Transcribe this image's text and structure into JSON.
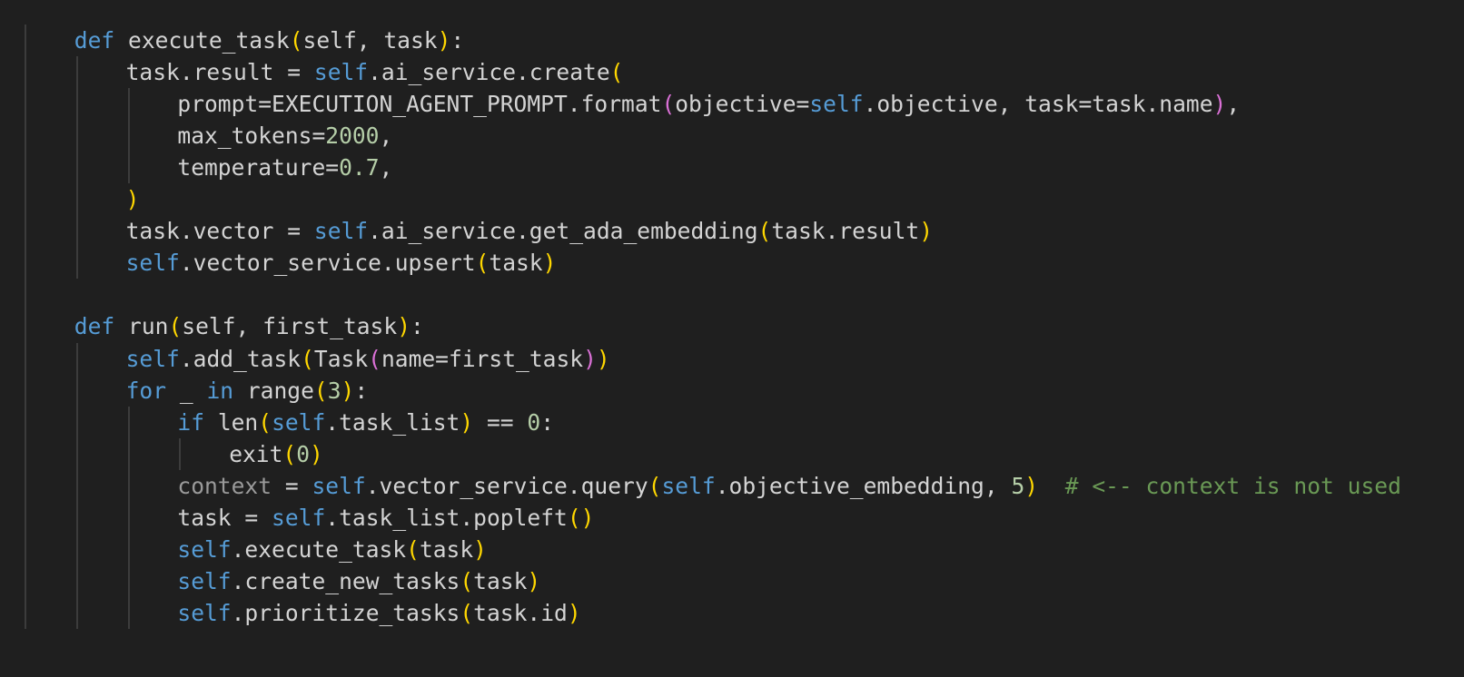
{
  "editor": {
    "background": "#1f1f1f",
    "colors": {
      "keyword": "#569cd6",
      "text": "#d4d4d4",
      "bracket1": "#ffd700",
      "bracket2": "#da70d6",
      "number": "#b5cea8",
      "comment": "#6a9955",
      "unused_variable": "#9a9a9a",
      "indent_guide": "#3c3c3c"
    },
    "lines": [
      {
        "indent": 4,
        "tokens": [
          {
            "t": "def",
            "c": "kw"
          },
          {
            "t": " execute_task",
            "c": "tok"
          },
          {
            "t": "(",
            "c": "p1"
          },
          {
            "t": "self, task",
            "c": "tok"
          },
          {
            "t": ")",
            "c": "p1"
          },
          {
            "t": ":",
            "c": "tok"
          }
        ]
      },
      {
        "indent": 8,
        "tokens": [
          {
            "t": "task.result = ",
            "c": "tok"
          },
          {
            "t": "self",
            "c": "kw"
          },
          {
            "t": ".ai_service.create",
            "c": "tok"
          },
          {
            "t": "(",
            "c": "p1"
          }
        ]
      },
      {
        "indent": 12,
        "tokens": [
          {
            "t": "prompt=EXECUTION_AGENT_PROMPT.format",
            "c": "tok"
          },
          {
            "t": "(",
            "c": "p2"
          },
          {
            "t": "objective=",
            "c": "tok"
          },
          {
            "t": "self",
            "c": "kw"
          },
          {
            "t": ".objective, task=task.name",
            "c": "tok"
          },
          {
            "t": ")",
            "c": "p2"
          },
          {
            "t": ",",
            "c": "tok"
          }
        ]
      },
      {
        "indent": 12,
        "tokens": [
          {
            "t": "max_tokens=",
            "c": "tok"
          },
          {
            "t": "2000",
            "c": "num"
          },
          {
            "t": ",",
            "c": "tok"
          }
        ]
      },
      {
        "indent": 12,
        "tokens": [
          {
            "t": "temperature=",
            "c": "tok"
          },
          {
            "t": "0.7",
            "c": "num"
          },
          {
            "t": ",",
            "c": "tok"
          }
        ]
      },
      {
        "indent": 8,
        "tokens": [
          {
            "t": ")",
            "c": "p1"
          }
        ]
      },
      {
        "indent": 8,
        "tokens": [
          {
            "t": "task.vector = ",
            "c": "tok"
          },
          {
            "t": "self",
            "c": "kw"
          },
          {
            "t": ".ai_service.get_ada_embedding",
            "c": "tok"
          },
          {
            "t": "(",
            "c": "p1"
          },
          {
            "t": "task.result",
            "c": "tok"
          },
          {
            "t": ")",
            "c": "p1"
          }
        ]
      },
      {
        "indent": 8,
        "tokens": [
          {
            "t": "self",
            "c": "kw"
          },
          {
            "t": ".vector_service.upsert",
            "c": "tok"
          },
          {
            "t": "(",
            "c": "p1"
          },
          {
            "t": "task",
            "c": "tok"
          },
          {
            "t": ")",
            "c": "p1"
          }
        ]
      },
      {
        "indent": 0,
        "tokens": []
      },
      {
        "indent": 4,
        "tokens": [
          {
            "t": "def",
            "c": "kw"
          },
          {
            "t": " run",
            "c": "tok"
          },
          {
            "t": "(",
            "c": "p1"
          },
          {
            "t": "self, first_task",
            "c": "tok"
          },
          {
            "t": ")",
            "c": "p1"
          },
          {
            "t": ":",
            "c": "tok"
          }
        ]
      },
      {
        "indent": 8,
        "tokens": [
          {
            "t": "self",
            "c": "kw"
          },
          {
            "t": ".add_task",
            "c": "tok"
          },
          {
            "t": "(",
            "c": "p1"
          },
          {
            "t": "Task",
            "c": "tok"
          },
          {
            "t": "(",
            "c": "p2"
          },
          {
            "t": "name=first_task",
            "c": "tok"
          },
          {
            "t": ")",
            "c": "p2"
          },
          {
            "t": ")",
            "c": "p1"
          }
        ]
      },
      {
        "indent": 8,
        "tokens": [
          {
            "t": "for",
            "c": "kw"
          },
          {
            "t": " _ ",
            "c": "tok"
          },
          {
            "t": "in",
            "c": "kw"
          },
          {
            "t": " range",
            "c": "tok"
          },
          {
            "t": "(",
            "c": "p1"
          },
          {
            "t": "3",
            "c": "num"
          },
          {
            "t": ")",
            "c": "p1"
          },
          {
            "t": ":",
            "c": "tok"
          }
        ]
      },
      {
        "indent": 12,
        "tokens": [
          {
            "t": "if",
            "c": "kw"
          },
          {
            "t": " len",
            "c": "tok"
          },
          {
            "t": "(",
            "c": "p1"
          },
          {
            "t": "self",
            "c": "kw"
          },
          {
            "t": ".task_list",
            "c": "tok"
          },
          {
            "t": ")",
            "c": "p1"
          },
          {
            "t": " == ",
            "c": "tok"
          },
          {
            "t": "0",
            "c": "num"
          },
          {
            "t": ":",
            "c": "tok"
          }
        ]
      },
      {
        "indent": 16,
        "tokens": [
          {
            "t": "exit",
            "c": "tok"
          },
          {
            "t": "(",
            "c": "p1"
          },
          {
            "t": "0",
            "c": "num"
          },
          {
            "t": ")",
            "c": "p1"
          }
        ]
      },
      {
        "indent": 12,
        "tokens": [
          {
            "t": "context",
            "c": "dim"
          },
          {
            "t": " = ",
            "c": "tok"
          },
          {
            "t": "self",
            "c": "kw"
          },
          {
            "t": ".vector_service.query",
            "c": "tok"
          },
          {
            "t": "(",
            "c": "p1"
          },
          {
            "t": "self",
            "c": "kw"
          },
          {
            "t": ".objective_embedding, ",
            "c": "tok"
          },
          {
            "t": "5",
            "c": "num"
          },
          {
            "t": ")",
            "c": "p1"
          },
          {
            "t": "  ",
            "c": "tok"
          },
          {
            "t": "# <-- context is not used",
            "c": "cmt"
          }
        ]
      },
      {
        "indent": 12,
        "tokens": [
          {
            "t": "task = ",
            "c": "tok"
          },
          {
            "t": "self",
            "c": "kw"
          },
          {
            "t": ".task_list.popleft",
            "c": "tok"
          },
          {
            "t": "(",
            "c": "p1"
          },
          {
            "t": ")",
            "c": "p1"
          }
        ]
      },
      {
        "indent": 12,
        "tokens": [
          {
            "t": "self",
            "c": "kw"
          },
          {
            "t": ".execute_task",
            "c": "tok"
          },
          {
            "t": "(",
            "c": "p1"
          },
          {
            "t": "task",
            "c": "tok"
          },
          {
            "t": ")",
            "c": "p1"
          }
        ]
      },
      {
        "indent": 12,
        "tokens": [
          {
            "t": "self",
            "c": "kw"
          },
          {
            "t": ".create_new_tasks",
            "c": "tok"
          },
          {
            "t": "(",
            "c": "p1"
          },
          {
            "t": "task",
            "c": "tok"
          },
          {
            "t": ")",
            "c": "p1"
          }
        ]
      },
      {
        "indent": 12,
        "tokens": [
          {
            "t": "self",
            "c": "kw"
          },
          {
            "t": ".prioritize_tasks",
            "c": "tok"
          },
          {
            "t": "(",
            "c": "p1"
          },
          {
            "t": "task.id",
            "c": "tok"
          },
          {
            "t": ")",
            "c": "p1"
          }
        ]
      }
    ]
  }
}
